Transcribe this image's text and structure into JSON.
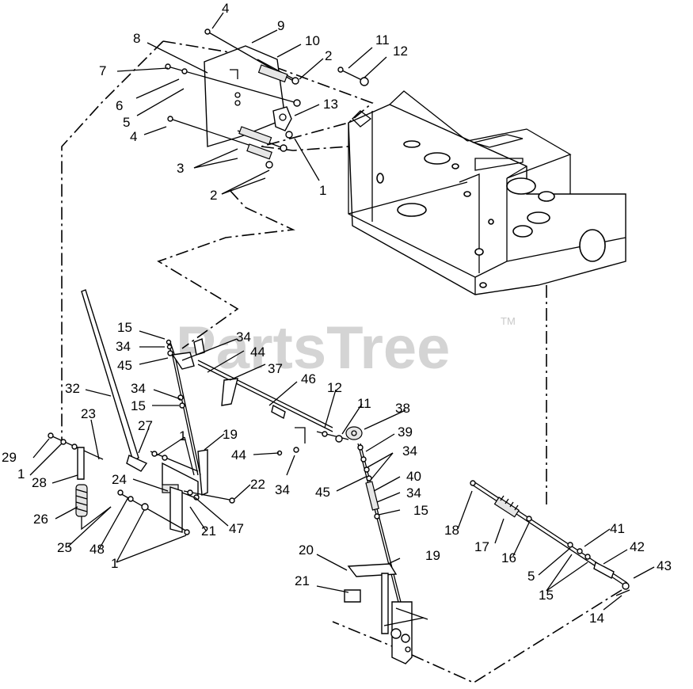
{
  "watermark": {
    "text": "PartsTree",
    "tm": "TM"
  },
  "callouts": [
    {
      "id": "c-4-top",
      "text": "4"
    },
    {
      "id": "c-9",
      "text": "9"
    },
    {
      "id": "c-8",
      "text": "8"
    },
    {
      "id": "c-10",
      "text": "10"
    },
    {
      "id": "c-2-top",
      "text": "2"
    },
    {
      "id": "c-11-top",
      "text": "11"
    },
    {
      "id": "c-12-top",
      "text": "12"
    },
    {
      "id": "c-7",
      "text": "7"
    },
    {
      "id": "c-6",
      "text": "6"
    },
    {
      "id": "c-13",
      "text": "13"
    },
    {
      "id": "c-5-top",
      "text": "5"
    },
    {
      "id": "c-4-mid",
      "text": "4"
    },
    {
      "id": "c-3",
      "text": "3"
    },
    {
      "id": "c-2-mid",
      "text": "2"
    },
    {
      "id": "c-1-top",
      "text": "1"
    },
    {
      "id": "c-15-a",
      "text": "15"
    },
    {
      "id": "c-34-a",
      "text": "34"
    },
    {
      "id": "c-34-b",
      "text": "34"
    },
    {
      "id": "c-44-a",
      "text": "44"
    },
    {
      "id": "c-45-a",
      "text": "45"
    },
    {
      "id": "c-37",
      "text": "37"
    },
    {
      "id": "c-32",
      "text": "32"
    },
    {
      "id": "c-34-c",
      "text": "34"
    },
    {
      "id": "c-46",
      "text": "46"
    },
    {
      "id": "c-15-b",
      "text": "15"
    },
    {
      "id": "c-12-mid",
      "text": "12"
    },
    {
      "id": "c-11-mid",
      "text": "11"
    },
    {
      "id": "c-38",
      "text": "38"
    },
    {
      "id": "c-23",
      "text": "23"
    },
    {
      "id": "c-27",
      "text": "27"
    },
    {
      "id": "c-1-mid",
      "text": "1"
    },
    {
      "id": "c-19-a",
      "text": "19"
    },
    {
      "id": "c-39",
      "text": "39"
    },
    {
      "id": "c-29",
      "text": "29"
    },
    {
      "id": "c-34-d",
      "text": "34"
    },
    {
      "id": "c-44-b",
      "text": "44"
    },
    {
      "id": "c-1-left",
      "text": "1"
    },
    {
      "id": "c-28",
      "text": "28"
    },
    {
      "id": "c-24",
      "text": "24"
    },
    {
      "id": "c-22",
      "text": "22"
    },
    {
      "id": "c-34-e",
      "text": "34"
    },
    {
      "id": "c-40",
      "text": "40"
    },
    {
      "id": "c-45-b",
      "text": "45"
    },
    {
      "id": "c-34-f",
      "text": "34"
    },
    {
      "id": "c-26",
      "text": "26"
    },
    {
      "id": "c-15-c",
      "text": "15"
    },
    {
      "id": "c-21-a",
      "text": "21"
    },
    {
      "id": "c-47",
      "text": "47"
    },
    {
      "id": "c-18",
      "text": "18"
    },
    {
      "id": "c-25",
      "text": "25"
    },
    {
      "id": "c-48",
      "text": "48"
    },
    {
      "id": "c-17",
      "text": "17"
    },
    {
      "id": "c-41",
      "text": "41"
    },
    {
      "id": "c-1-bottom",
      "text": "1"
    },
    {
      "id": "c-20",
      "text": "20"
    },
    {
      "id": "c-19-b",
      "text": "19"
    },
    {
      "id": "c-16",
      "text": "16"
    },
    {
      "id": "c-42",
      "text": "42"
    },
    {
      "id": "c-5-bottom",
      "text": "5"
    },
    {
      "id": "c-43",
      "text": "43"
    },
    {
      "id": "c-21-b",
      "text": "21"
    },
    {
      "id": "c-15-d",
      "text": "15"
    },
    {
      "id": "c-14",
      "text": "14"
    }
  ]
}
